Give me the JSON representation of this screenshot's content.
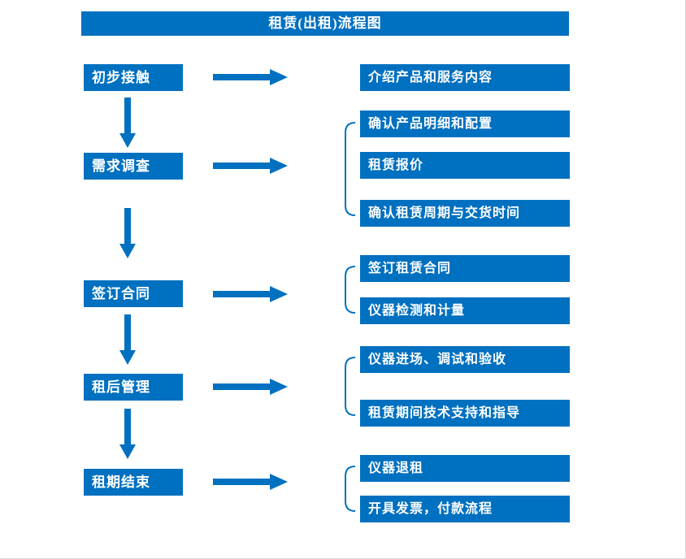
{
  "title": "租赁(出租)流程图",
  "colors": {
    "accent": "#0070C0",
    "text_on_accent": "#FFFFFF"
  },
  "stages": [
    {
      "label": "初步接触",
      "details": [
        "介绍产品和服务内容"
      ]
    },
    {
      "label": "需求调查",
      "details": [
        "确认产品明细和配置",
        "租赁报价",
        "确认租赁周期与交货时间"
      ]
    },
    {
      "label": "签订合同",
      "details": [
        "签订租赁合同",
        "仪器检测和计量"
      ]
    },
    {
      "label": "租后管理",
      "details": [
        "仪器进场、调试和验收",
        "租赁期间技术支持和指导"
      ]
    },
    {
      "label": "租期结束",
      "details": [
        "仪器退租",
        "开具发票，付款流程"
      ]
    }
  ]
}
